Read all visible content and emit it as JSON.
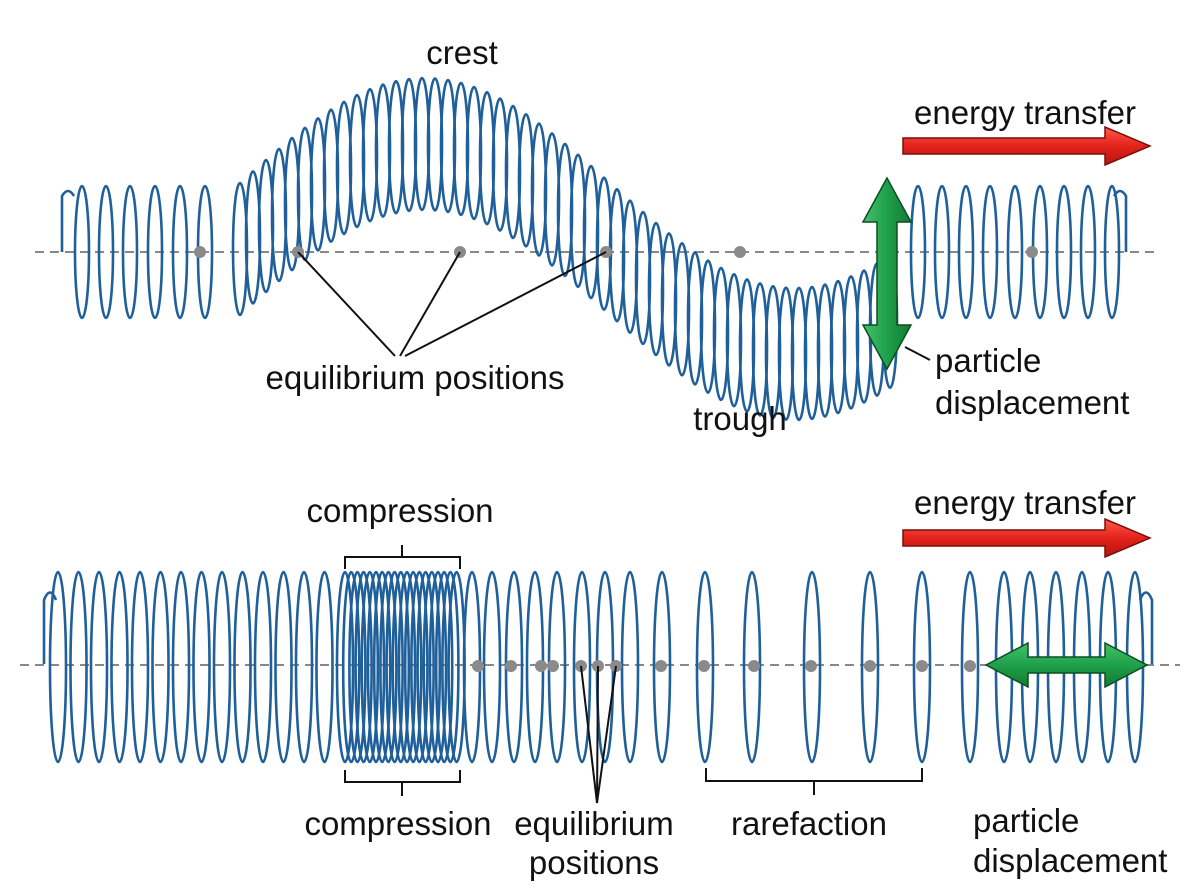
{
  "transverse": {
    "crest_label": "crest",
    "trough_label": "trough",
    "equilibrium_label": "equilibrium positions",
    "energy_label": "energy transfer",
    "displacement_label_line1": "particle",
    "displacement_label_line2": "displacement"
  },
  "longitudinal": {
    "compression_top_label": "compression",
    "compression_bottom_label": "compression",
    "equilibrium_label_line1": "equilibrium",
    "equilibrium_label_line2": "positions",
    "rarefaction_label": "rarefaction",
    "energy_label": "energy transfer",
    "displacement_label_line1": "particle",
    "displacement_label_line2": "displacement"
  },
  "colors": {
    "spring": "#1f5f9a",
    "energy_arrow": "#e3231b",
    "displacement_arrow": "#1fa04a",
    "equilibrium_line": "#888888",
    "particle_dot": "#8a8a8a"
  }
}
